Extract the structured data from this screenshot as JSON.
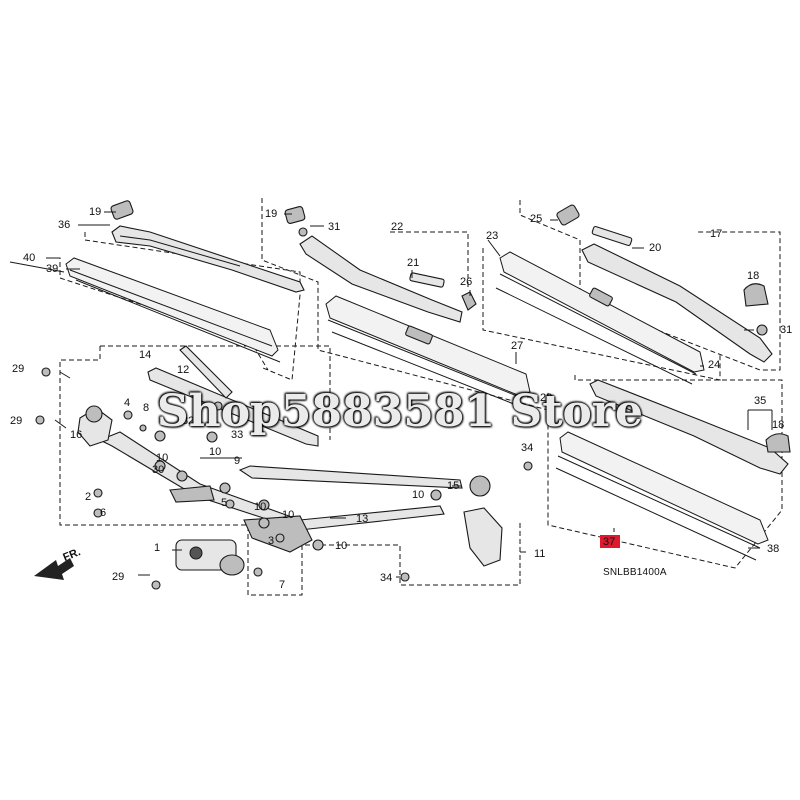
{
  "labels": [
    "1",
    "2",
    "3",
    "4",
    "5",
    "6",
    "7",
    "8",
    "9",
    "10",
    "11",
    "12",
    "13",
    "14",
    "15",
    "16",
    "17",
    "18",
    "19",
    "20",
    "21",
    "22",
    "23",
    "24",
    "25",
    "26",
    "27",
    "28",
    "29",
    "30",
    "31",
    "32",
    "33",
    "34",
    "35",
    "36",
    "37",
    "38",
    "39",
    "40"
  ],
  "highlight": {
    "label": "37",
    "color": "#e0182d"
  },
  "diagram_code": "SNLBB1400A",
  "direction_label": "FR.",
  "watermark": "Shop5883581 Store",
  "colors": {
    "line": "#1a1a1a",
    "fill_light": "#e6e6e6",
    "fill_mid": "#bdbdbd",
    "fill_dark": "#555555"
  }
}
